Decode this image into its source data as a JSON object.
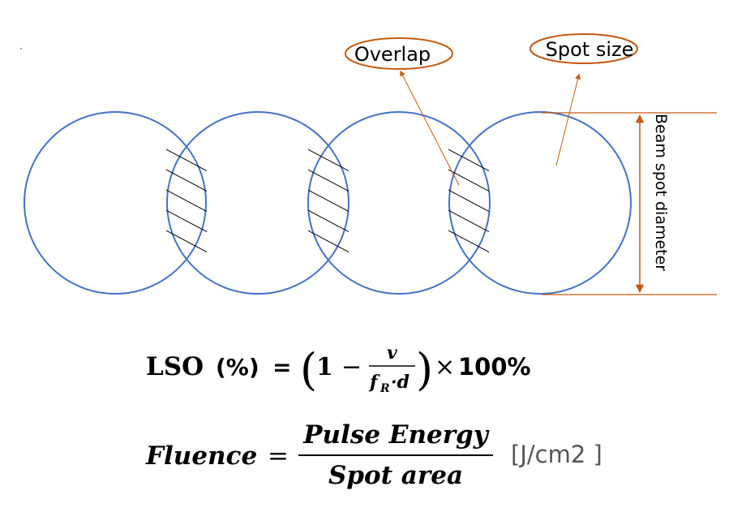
{
  "labels": {
    "overlap": "Overlap",
    "spot_size": "Spot size",
    "beam_spot_diameter": "Beam spot diameter"
  },
  "lso_formula": {
    "lhs": "LSO",
    "percent": "(%)",
    "equals": "=",
    "one": "1",
    "minus": "−",
    "numerator": "v",
    "denominator_f": "f",
    "denominator_sub": "R",
    "denominator_dot": "·d",
    "times": "×",
    "hundred": "100%"
  },
  "fluence_formula": {
    "lhs": "Fluence",
    "equals": "=",
    "numerator": "Pulse Energy",
    "denominator": "Spot area",
    "unit": "[J/cm2 ]"
  },
  "colors": {
    "circle_stroke": "#4472C4",
    "annotation": "#C55A11",
    "hatch": "#000000"
  }
}
